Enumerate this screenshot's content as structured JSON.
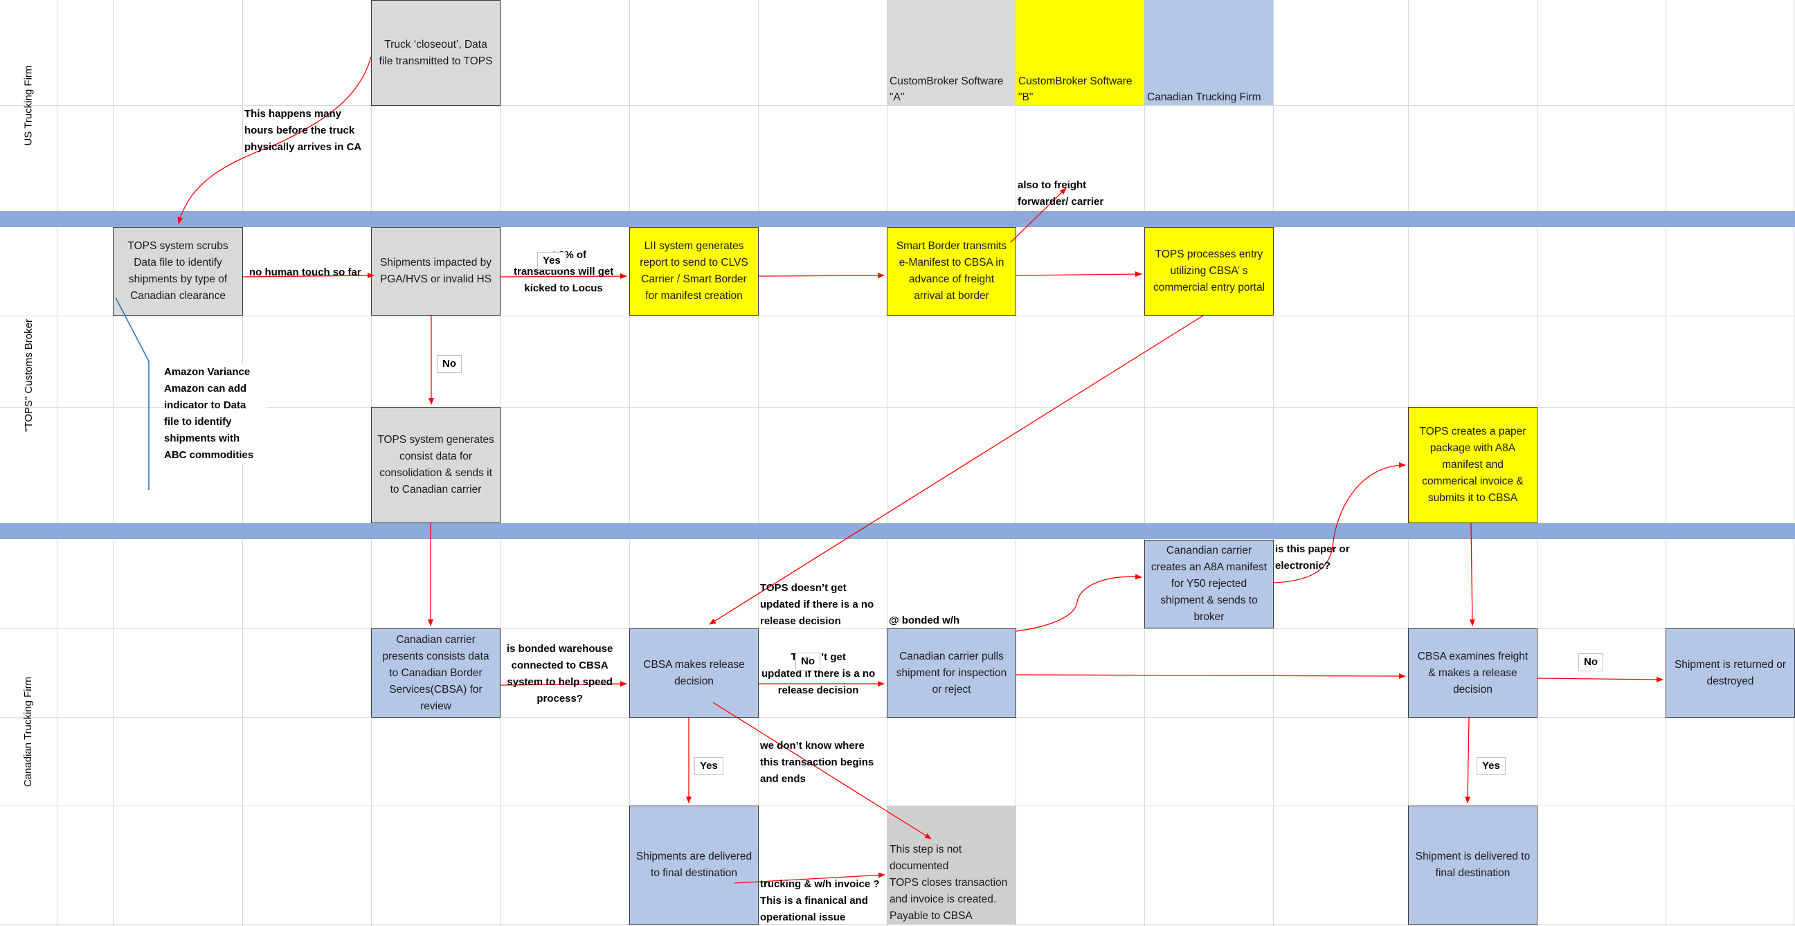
{
  "lanes": {
    "us": "US Trucking Firm",
    "tops": "\"TOPS\" Customs Broker",
    "ca": "Canadian Trucking Firm"
  },
  "headers": {
    "software_a": "CustomBroker Software \"A\"",
    "software_b": "CustomBroker Software \"B\"",
    "canadian_trucking": "Canadian Trucking Firm"
  },
  "colors": {
    "gray_box": "#d9d9d9",
    "yellow_box": "#ffff00",
    "blue_box": "#b4c7e7",
    "band": "#8eaadb",
    "connector": "#ff0000",
    "variance_line": "#2e75b6"
  },
  "boxes": {
    "truck_closeout": "Truck ‘closeout’, Data file transmitted to TOPS",
    "tops_scrubs": "TOPS system scrubs Data file to identify shipments by type of Canadian clearance",
    "shipments_impacted": "Shipments impacted by PGA/HVS or invalid HS",
    "lii_report": "LII system generates report to send to CLVS Carrier / Smart Border for manifest creation",
    "smart_border": "Smart Border transmits e-Manifest to CBSA in advance of freight arrival at border",
    "tops_entry": "TOPS processes entry utilizing CBSA’ s commercial entry portal",
    "tops_consist": "TOPS system generates consist data for consolidation & sends it to Canadian carrier",
    "tops_paper": "TOPS creates a paper package with A8A manifest and commerical invoice & submits it to CBSA",
    "ca_a8a": "Canandian carrier creates an A8A manifest for Y50 rejected shipment & sends to broker",
    "ca_presents": "Canadian carrier presents consists data to Canadian Border Services(CBSA) for review",
    "cbsa_release": "CBSA makes release decision",
    "ca_pulls": "Canadian carrier pulls shipment for inspection or  reject",
    "cbsa_examines": "CBSA examines freight & makes a release decision",
    "returned": "Shipment is returned or destroyed",
    "delivered_final": "Shipments are delivered to final destination",
    "not_documented": "This step is not documented\nTOPS closes transaction and invoice is created. Payable to CBSA",
    "delivered_final_2": "Shipment is delivered to final destination"
  },
  "notes": {
    "many_hours": "This happens many\nhours before the truck\nphysically arrives in CA",
    "also_freight": "also to freight\nforwarder/ carrier",
    "no_human": "no human touch so far",
    "est_pct": "est    3% of\ntransactions will get\nkicked to Locus",
    "amazon_variance": "Amazon Variance\nAmazon can add\nindicator to Data\nfile to identify\nshipments with\nABC commodities",
    "tops_not_updated_1": "TOPS doesn’t get\nupdated if there is a no\nrelease decision",
    "bonded_wh": "@ bonded w/h",
    "paper_or_electronic": "is this paper or\nelectronic?",
    "bonded_connected": "is bonded warehouse\nconnected to CBSA\nsystem to help speed\nprocess?",
    "tops_not_updated_2": "TOP    n’t get\nupdated if there is a no\nrelease decision",
    "dont_know": "we don’t know where\nthis transaction begins\nand ends",
    "trucking_invoice": "trucking & w/h invoice  ?\nThis is a finanical and\noperational issue"
  },
  "tags": {
    "yes_1": "Yes",
    "no_1": "No",
    "no_2": "No",
    "no_3": "No",
    "yes_2": "Yes",
    "yes_3": "Yes"
  }
}
